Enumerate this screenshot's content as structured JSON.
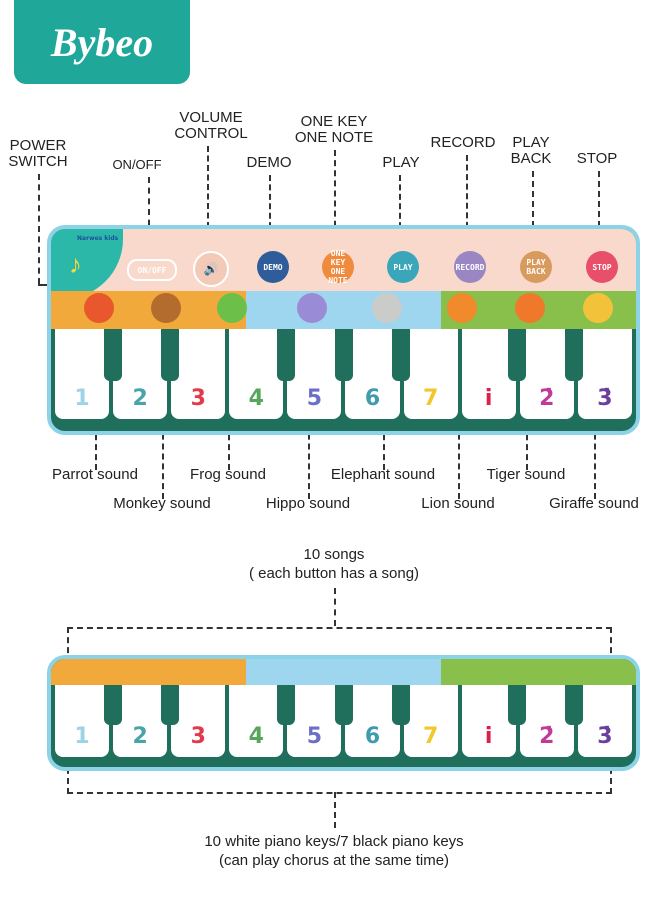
{
  "brand": "Bybeo",
  "labels": {
    "power": "POWER\nSWITCH",
    "onoff": "ON/OFF",
    "volume": "VOLUME\nCONTROL",
    "demo": "DEMO",
    "onekey": "ONE KEY\nONE NOTE",
    "play": "PLAY",
    "record": "RECORD",
    "playback": "PLAY\nBACK",
    "stop": "STOP"
  },
  "buttons": [
    {
      "text": "ON/OFF",
      "color": "#f9d9cc"
    },
    {
      "text": "",
      "color": "#f3c9b8"
    },
    {
      "text": "DEMO",
      "color": "#2f5d9b"
    },
    {
      "text": "ONE KEY ONE NOTE",
      "color": "#f08a3c"
    },
    {
      "text": "PLAY",
      "color": "#3aa6b9"
    },
    {
      "text": "RECORD",
      "color": "#9b86c4"
    },
    {
      "text": "PLAY BACK",
      "color": "#d99a5e"
    },
    {
      "text": "STOP",
      "color": "#e8506a"
    }
  ],
  "mat_brand": "Narwes kids",
  "keys": [
    {
      "n": "1",
      "c": "#9dd3e6"
    },
    {
      "n": "2",
      "c": "#4aa3a8"
    },
    {
      "n": "3",
      "c": "#e23a4a"
    },
    {
      "n": "4",
      "c": "#58a55c"
    },
    {
      "n": "5",
      "c": "#6c6fc9"
    },
    {
      "n": "6",
      "c": "#3e9bb0"
    },
    {
      "n": "7",
      "c": "#f2c72a"
    },
    {
      "n": "i",
      "c": "#d8204a"
    },
    {
      "n": "2̇",
      "c": "#c03a9a"
    },
    {
      "n": "3̇",
      "c": "#6a3f9e"
    }
  ],
  "sounds": [
    "Parrot sound",
    "Monkey sound",
    "Frog sound",
    "Hippo sound",
    "Elephant sound",
    "Lion sound",
    "Tiger sound",
    "Giraffe sound"
  ],
  "songs": {
    "line1": "10 songs",
    "line2": "( each button has a song)"
  },
  "keys_note": {
    "line1": "10 white piano keys/7 black piano keys",
    "line2": "(can play chorus at the same time)"
  }
}
